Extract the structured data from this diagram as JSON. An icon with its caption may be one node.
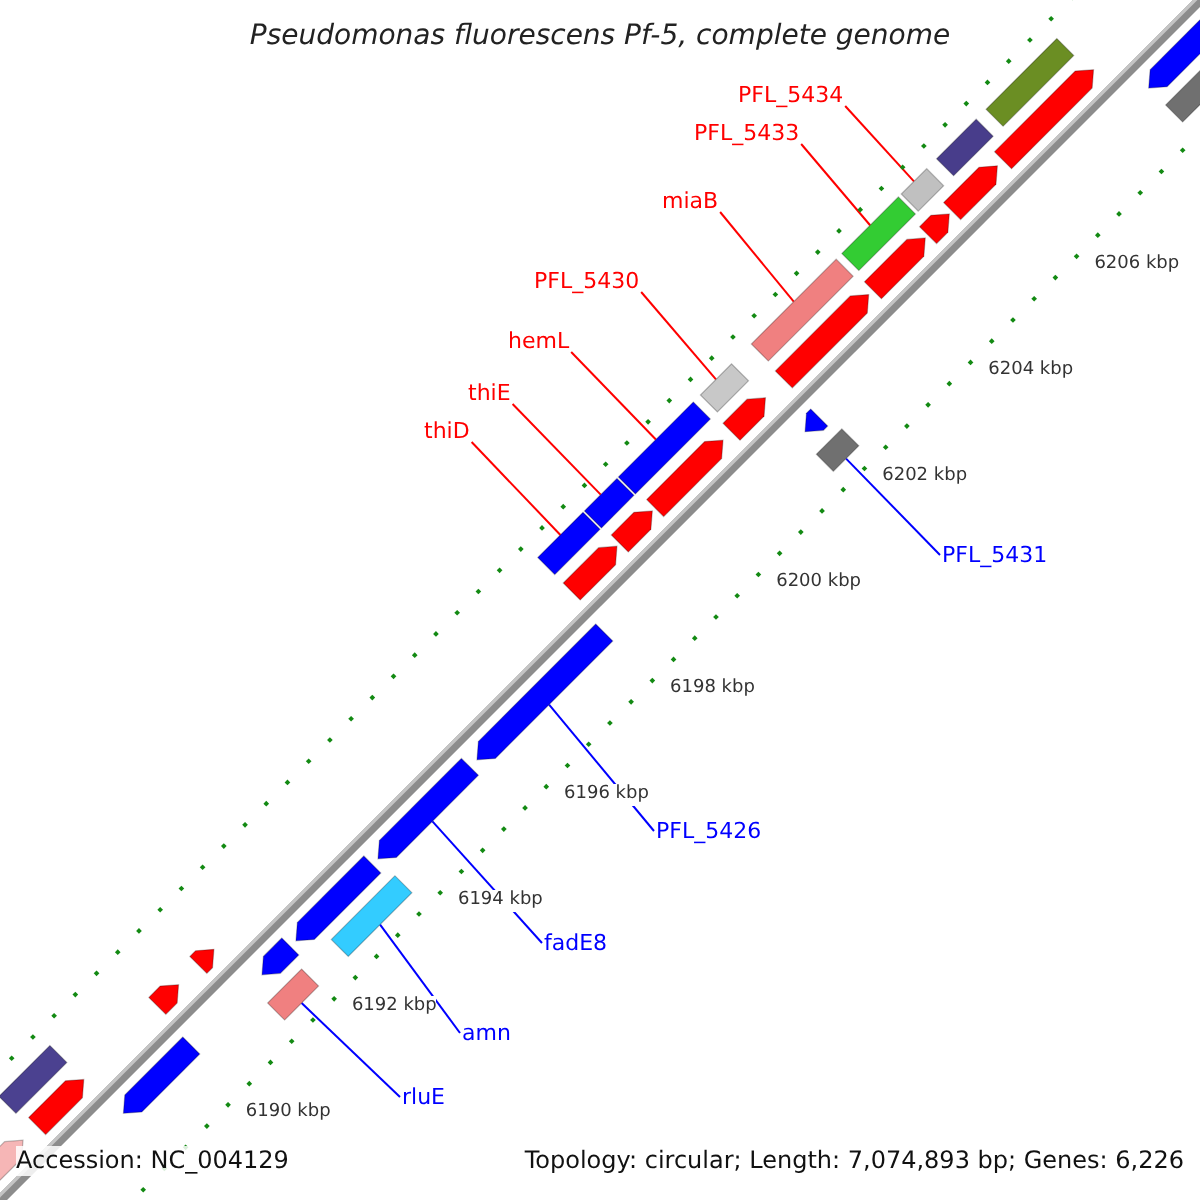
{
  "diagram": {
    "title": "Pseudomonas fluorescens Pf-5, complete genome",
    "nodes": [
      {
        "text": [
          "PFL_5434"
        ]
      },
      {
        "text": [
          "PFL_5433"
        ]
      },
      {
        "text": [
          "miaB"
        ]
      },
      {
        "text": [
          "PFL_5430"
        ]
      },
      {
        "text": [
          "hemL"
        ]
      },
      {
        "text": [
          "thiE"
        ]
      },
      {
        "text": [
          "thiD"
        ]
      },
      {
        "text": [
          "PFL_5431"
        ]
      },
      {
        "text": [
          "PFL_5426"
        ]
      },
      {
        "text": [
          "fadE8"
        ]
      },
      {
        "text": [
          "amn"
        ]
      },
      {
        "text": [
          "rluE"
        ]
      },
      {
        "text": [],
        "shape": "box"
      },
      {
        "text": [],
        "shape": "box"
      },
      {
        "text": [],
        "shape": "box"
      },
      {
        "text": [],
        "shape": "box"
      },
      {
        "text": [],
        "shape": "box"
      },
      {
        "text": [],
        "shape": "box"
      },
      {
        "text": [],
        "shape": "box"
      },
      {
        "text": [],
        "shape": "box"
      },
      {
        "text": [],
        "shape": "arrow"
      },
      {
        "text": [],
        "shape": "arrow"
      },
      {
        "text": [],
        "shape": "box"
      },
      {
        "text": [],
        "shape": "box"
      },
      {
        "text": [],
        "shape": "arrow"
      },
      {
        "text": [],
        "shape": "arrow"
      },
      {
        "text": [],
        "shape": "arrow"
      },
      {
        "text": [],
        "shape": "arrow"
      },
      {
        "text": [],
        "shape": "arrow"
      },
      {
        "text": [],
        "shape": "arrow"
      },
      {
        "text": [],
        "shape": "arrow"
      },
      {
        "text": [],
        "shape": "arrow"
      },
      {
        "text": [],
        "shape": "arrow"
      },
      {
        "text": [],
        "shape": "arrow"
      },
      {
        "text": [],
        "shape": "arrow"
      },
      {
        "text": [],
        "shape": "arrow"
      },
      {
        "text": [],
        "shape": "arrow"
      },
      {
        "text": [],
        "shape": "box"
      },
      {
        "text": [],
        "shape": "box"
      },
      {
        "text": [],
        "shape": "box"
      },
      {
        "text": [],
        "shape": "arrow"
      },
      {
        "text": [],
        "shape": "arrow"
      },
      {
        "text": [],
        "shape": "arrow"
      },
      {
        "text": [],
        "shape": "arrow"
      },
      {
        "text": [],
        "shape": "arrow"
      },
      {
        "text": [],
        "shape": "box"
      }
    ],
    "edges": [
      {
        "from": 0,
        "to": 12,
        "arrow": "none"
      },
      {
        "from": 1,
        "to": 13,
        "arrow": "none"
      },
      {
        "from": 2,
        "to": 14,
        "arrow": "none"
      },
      {
        "from": 3,
        "to": 15,
        "arrow": "none"
      },
      {
        "from": 4,
        "to": 16,
        "arrow": "none"
      },
      {
        "from": 5,
        "to": 17,
        "arrow": "none"
      },
      {
        "from": 6,
        "to": 18,
        "arrow": "none"
      },
      {
        "from": 7,
        "to": 19,
        "arrow": "none",
        "color": "#0000ff"
      },
      {
        "from": 8,
        "to": 20,
        "arrow": "none",
        "color": "#0000ff"
      },
      {
        "from": 9,
        "to": 21,
        "arrow": "none",
        "color": "#0000ff"
      },
      {
        "from": 10,
        "to": 22,
        "arrow": "none",
        "color": "#0000ff"
      },
      {
        "from": 11,
        "to": 23,
        "arrow": "none",
        "color": "#0000ff"
      }
    ],
    "labels": [
      "6206 kbp",
      "6204 kbp",
      "6202 kbp",
      "6200 kbp",
      "6198 kbp",
      "6196 kbp",
      "6194 kbp",
      "6192 kbp",
      "6190 kbp",
      "Accession: NC_004129",
      "Topology: circular; Length: 7,074,893 bp; Genes: 6,226"
    ]
  }
}
